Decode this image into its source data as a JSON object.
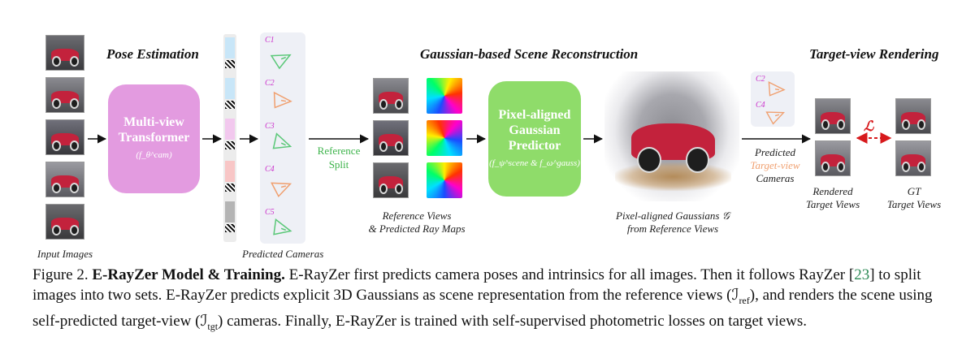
{
  "sections": {
    "pose_estimation": "Pose Estimation",
    "scene_reconstruction": "Gaussian-based Scene Reconstruction",
    "target_rendering": "Target-view Rendering"
  },
  "labels": {
    "input_images": "Input Images",
    "predicted_cameras": "Predicted Cameras",
    "reference_split_1": "Reference",
    "reference_split_2": "Split",
    "ref_views_1": "Reference Views",
    "ref_views_2": "& Predicted Ray Maps",
    "gaussians_1": "Pixel-aligned Gaussians 𝒢",
    "gaussians_2": "from Reference Views",
    "pred_target_1": "Predicted",
    "pred_target_2": "Target-view",
    "pred_target_3": "Cameras",
    "rendered_1": "Rendered",
    "rendered_2": "Target Views",
    "gt_1": "GT",
    "gt_2": "Target Views",
    "loss": "ℒ"
  },
  "boxes": {
    "transformer": {
      "line1": "Multi-view",
      "line2": "Transformer",
      "sub": "(f_θ^cam)"
    },
    "predictor": {
      "line1": "Pixel-aligned",
      "line2": "Gaussian",
      "line3": "Predictor",
      "sub": "(f_ψ^scene & f_ω^gauss)"
    }
  },
  "cameras": [
    "C1",
    "C2",
    "C3",
    "C4",
    "C5"
  ],
  "target_cameras": [
    "C2",
    "C4"
  ],
  "colors": {
    "transformer": "#e39be0",
    "predictor": "#8fdc6a",
    "camera_icon": "#5ac878",
    "target_camera_icon": "#f0a070",
    "camera_label": "#cc33cc",
    "reference_split_text": "#3cb34a",
    "target_view_text": "#f0a070",
    "loss": "#d7191c"
  },
  "caption": {
    "prefix": "Figure 2. ",
    "title": "E-RayZer Model & Training.",
    "text1": " E-RayZer first predicts camera poses and intrinsics for all images. Then it follows RayZer [",
    "ref": "23",
    "text2": "] to split images into two sets. E-RayZer predicts explicit 3D Gaussians as scene representation from the reference views (ℐ",
    "sub_ref": "ref",
    "text3": "), and renders the scene using self-predicted target-view (ℐ",
    "sub_tgt": "tgt",
    "text4": ") cameras. Finally, E-RayZer is trained with self-supervised photometric losses on target views."
  }
}
